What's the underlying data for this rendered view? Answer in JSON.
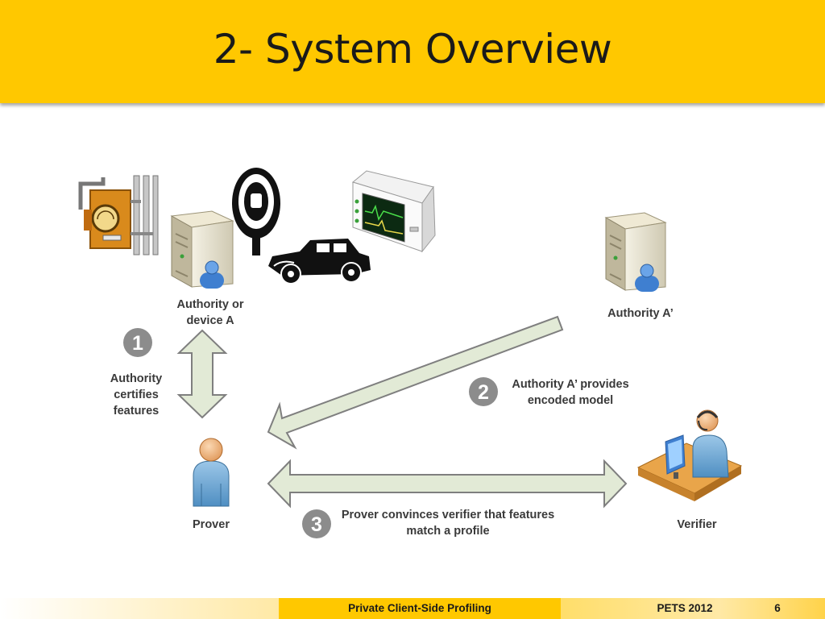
{
  "slide": {
    "title": "2- System Overview"
  },
  "diagram": {
    "authority_a_label": "Authority or device A",
    "authority_a_prime_label": "Authority A’",
    "step1": {
      "number": "1",
      "text": "Authority certifies features"
    },
    "step2": {
      "number": "2",
      "text": "Authority A’ provides encoded model"
    },
    "step3": {
      "number": "3",
      "text": "Prover convinces verifier that features match a profile"
    },
    "prover_label": "Prover",
    "verifier_label": "Verifier",
    "icons": [
      "utility-meter-icon",
      "server-icon",
      "parking-meter-icon",
      "vintage-car-icon",
      "medical-monitor-icon",
      "person-icon",
      "operator-icon"
    ],
    "colors": {
      "arrow_fill": "#e2ead6",
      "arrow_stroke": "#7f7f7f",
      "step_circle": "#8c8c8c"
    }
  },
  "footer": {
    "title": "Private Client-Side Profiling",
    "event": "PETS 2012",
    "page": "6",
    "color": "#ffc800"
  }
}
